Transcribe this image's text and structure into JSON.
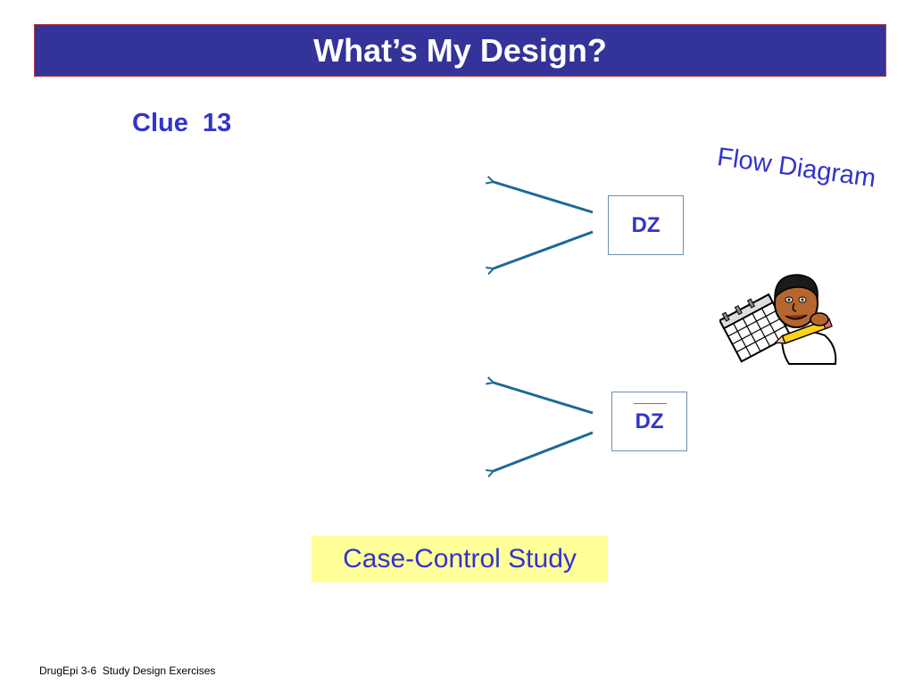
{
  "slide": {
    "title": "What’s My Design?",
    "clue_label": "Clue  13",
    "flow_label": "Flow Diagram",
    "top_box_label": "DZ",
    "bottom_box_label": "DZ",
    "answer_label": "Case-Control Study",
    "footer": "DrugEpi 3-6  Study Design Exercises"
  },
  "colors": {
    "title_background": "#333399",
    "text_accent": "#3333cc",
    "arrow": "#1a6a96",
    "answer_background": "#ffff99"
  },
  "icons": {
    "clipart": "person-with-calendar-and-pencil"
  }
}
